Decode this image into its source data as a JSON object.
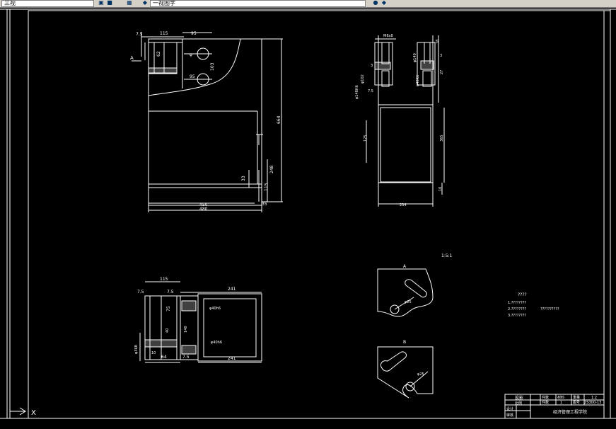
{
  "toolbar": {
    "layer_field": "三视",
    "style_field": "一视图字",
    "icons": [
      "layer-icon",
      "properties-icon",
      "match-icon",
      "text-style-icon",
      "zoom-icon"
    ]
  },
  "drawing": {
    "front_view": {
      "section_label": "A",
      "dims": [
        "7.5",
        "115",
        "95",
        "95",
        "φ",
        "103",
        "664",
        "248",
        "33",
        "115",
        "450",
        "480",
        "35",
        "62"
      ]
    },
    "side_view": {
      "dims": [
        "M8x8",
        "3",
        "3",
        "27",
        "18",
        "φ140",
        "φ40K6",
        "φ102",
        "φ148H6",
        "7.5",
        "125",
        "365",
        "234",
        "10"
      ]
    },
    "plan_view": {
      "dims": [
        "115",
        "7.5",
        "7.5",
        "241",
        "φ40h6",
        "φ40h6",
        "241",
        "75",
        "64",
        "7.5",
        "φ368",
        "10",
        "40",
        "140"
      ]
    },
    "detail_scale": "1:5:1",
    "detail_a_label": "A",
    "detail_b_label": "B",
    "detail_a_dim": "φ25",
    "detail_b_dim": "φ25",
    "notes": {
      "title": "????",
      "lines": [
        "1.????????",
        "2.????????",
        "3.????????"
      ],
      "side_note": "??????????"
    },
    "title_block": {
      "left_top": "投影",
      "left_sub": "比例",
      "c1": "件数",
      "c2": "材料",
      "c3": "重量",
      "c4": "1:2",
      "c5": "件数",
      "c6": "1",
      "c7": "图号",
      "c8": "ZS300-13",
      "bottom_left": "设计",
      "bottom_left2": "审核",
      "school": "经济管理工程学院"
    },
    "ucs_label": "X"
  },
  "colors": {
    "background": "#000000",
    "lines": "#ffffff"
  }
}
